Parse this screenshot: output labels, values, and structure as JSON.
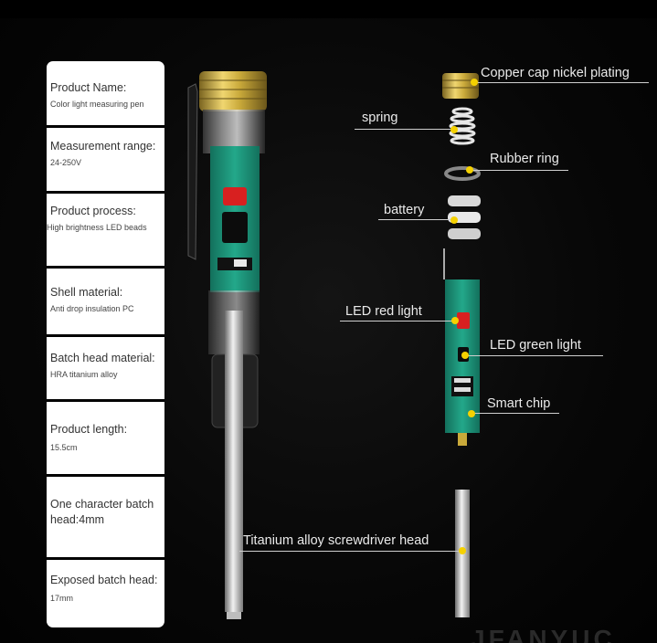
{
  "spec_card": {
    "rows": [
      {
        "label": "Product Name:",
        "value": "Color light measuring pen"
      },
      {
        "label": "Measurement range:",
        "value": "24-250V"
      },
      {
        "label": "Product process:",
        "value": "High brightness LED beads"
      },
      {
        "label": "Shell material:",
        "value": "Anti drop insulation PC"
      },
      {
        "label": "Batch head material:",
        "value": "HRA titanium alloy"
      },
      {
        "label": "Product length:",
        "value": "15.5cm"
      },
      {
        "label": "One character batch",
        "value": "head:4mm"
      },
      {
        "label": "Exposed batch head:",
        "value": "17mm"
      }
    ]
  },
  "callouts": {
    "copper_cap": "Copper cap nickel plating",
    "spring": "spring",
    "rubber_ring": "Rubber ring",
    "battery": "battery",
    "led_red": "LED red light",
    "led_green": "LED green light",
    "smart_chip": "Smart chip",
    "screwdriver_head": "Titanium alloy screwdriver head"
  },
  "watermark": "JFANYUC",
  "colors": {
    "pcb_green": "#1f9a7f",
    "gold": "#c9a93a",
    "dot_yellow": "#f5d100",
    "led_red": "#e02020"
  }
}
